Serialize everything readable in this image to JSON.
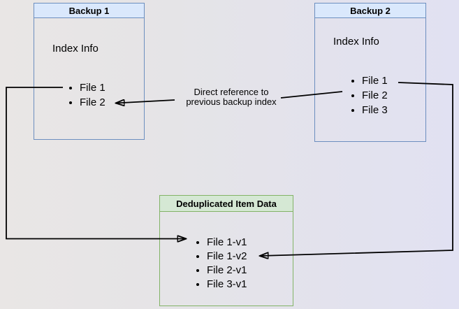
{
  "diagram": {
    "backup1": {
      "title": "Backup 1",
      "index_label": "Index Info",
      "files": [
        "File 1",
        "File 2"
      ]
    },
    "backup2": {
      "title": "Backup 2",
      "index_label": "Index Info",
      "files": [
        "File 1",
        "File 2",
        "File 3"
      ]
    },
    "dedup": {
      "title": "Deduplicated Item Data",
      "files": [
        "File 1-v1",
        "File 1-v2",
        "File 2-v1",
        "File 3-v1"
      ]
    },
    "edges": {
      "direct_reference_label": "Direct reference to previous backup index"
    }
  },
  "colors": {
    "blue_fill": "#dae8fc",
    "blue_border": "#6c8ebf",
    "green_fill": "#d5e8d4",
    "green_border": "#82b366",
    "line_color": "#000000",
    "text_color": "#000000"
  }
}
